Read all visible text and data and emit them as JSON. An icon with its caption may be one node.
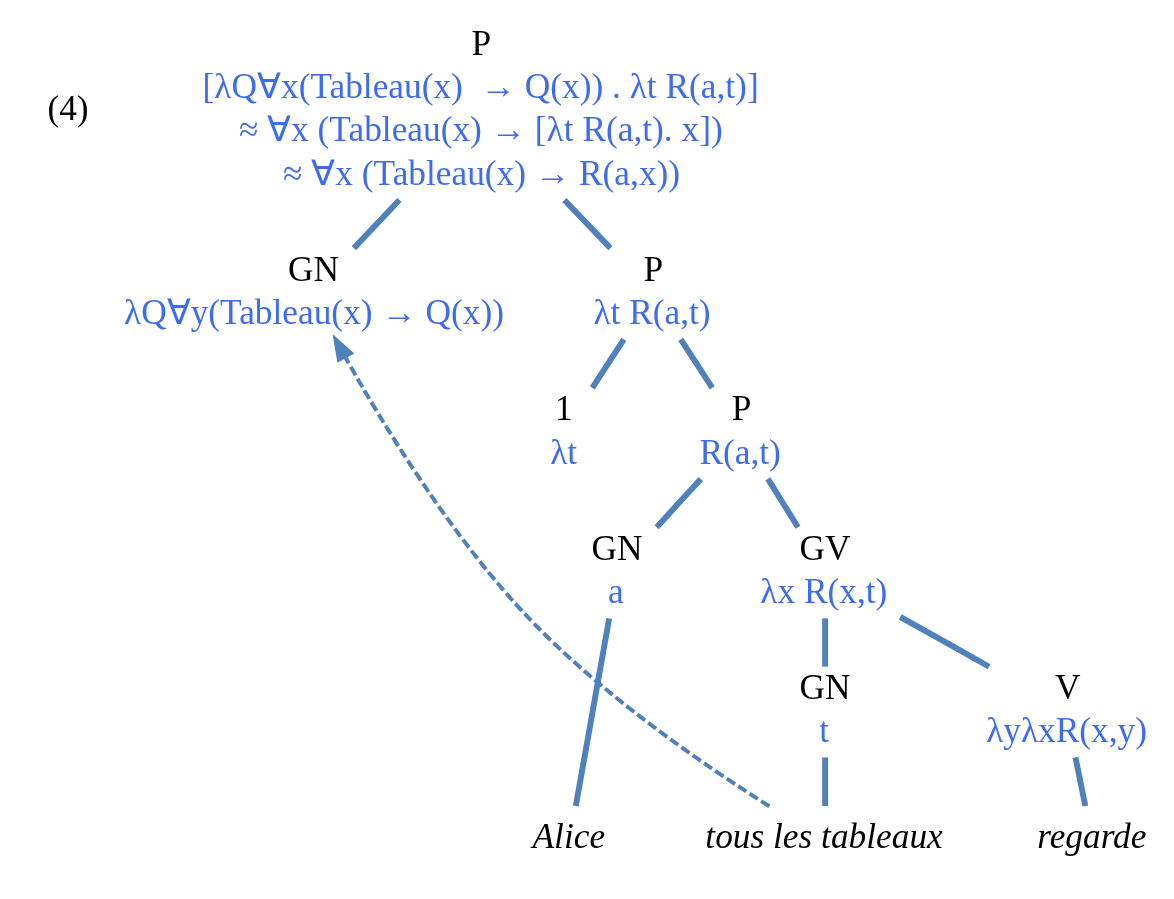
{
  "diagram": {
    "nodes": [
      {
        "text": [
          "P",
          "[λQ∀x(Tableau(x)  → Q(x)) . λt R(a,t)]",
          "≈ ∀x (Tableau(x) → [λt R(a,t). x])",
          "≈ ∀x (Tableau(x) → R(a,x))"
        ]
      },
      {
        "text": [
          "GN",
          "λQ∀y(Tableau(x) → Q(x))"
        ]
      },
      {
        "text": [
          "P",
          "λt R(a,t)"
        ]
      },
      {
        "text": [
          "1",
          "λt"
        ]
      },
      {
        "text": [
          "P",
          "R(a,t)"
        ]
      },
      {
        "text": [
          "GN",
          "a"
        ]
      },
      {
        "text": [
          "GV",
          "λx R(x,t)"
        ]
      },
      {
        "text": [
          "V",
          "λyλxR(x,y)"
        ]
      },
      {
        "text": [
          "GN",
          "t"
        ]
      },
      {
        "text": [
          "Alice"
        ]
      },
      {
        "text": [
          "regarde"
        ]
      },
      {
        "text": [
          "tous les tableaux"
        ]
      }
    ],
    "edges": [
      {
        "from": 0,
        "to": 1,
        "arrow": "none"
      },
      {
        "from": 0,
        "to": 2,
        "arrow": "none"
      },
      {
        "from": 2,
        "to": 3,
        "arrow": "none"
      },
      {
        "from": 2,
        "to": 4,
        "arrow": "none"
      },
      {
        "from": 4,
        "to": 5,
        "arrow": "none"
      },
      {
        "from": 4,
        "to": 6,
        "arrow": "none"
      },
      {
        "from": 6,
        "to": 7,
        "arrow": "none"
      },
      {
        "from": 6,
        "to": 8,
        "arrow": "none"
      },
      {
        "from": 5,
        "to": 9,
        "arrow": "none"
      },
      {
        "from": 7,
        "to": 10,
        "arrow": "none"
      },
      {
        "from": 8,
        "to": 11,
        "arrow": "none"
      },
      {
        "from": 11,
        "to": 1,
        "arrow": "to",
        "style": "dashed"
      }
    ],
    "labels": [
      "(4)"
    ]
  }
}
